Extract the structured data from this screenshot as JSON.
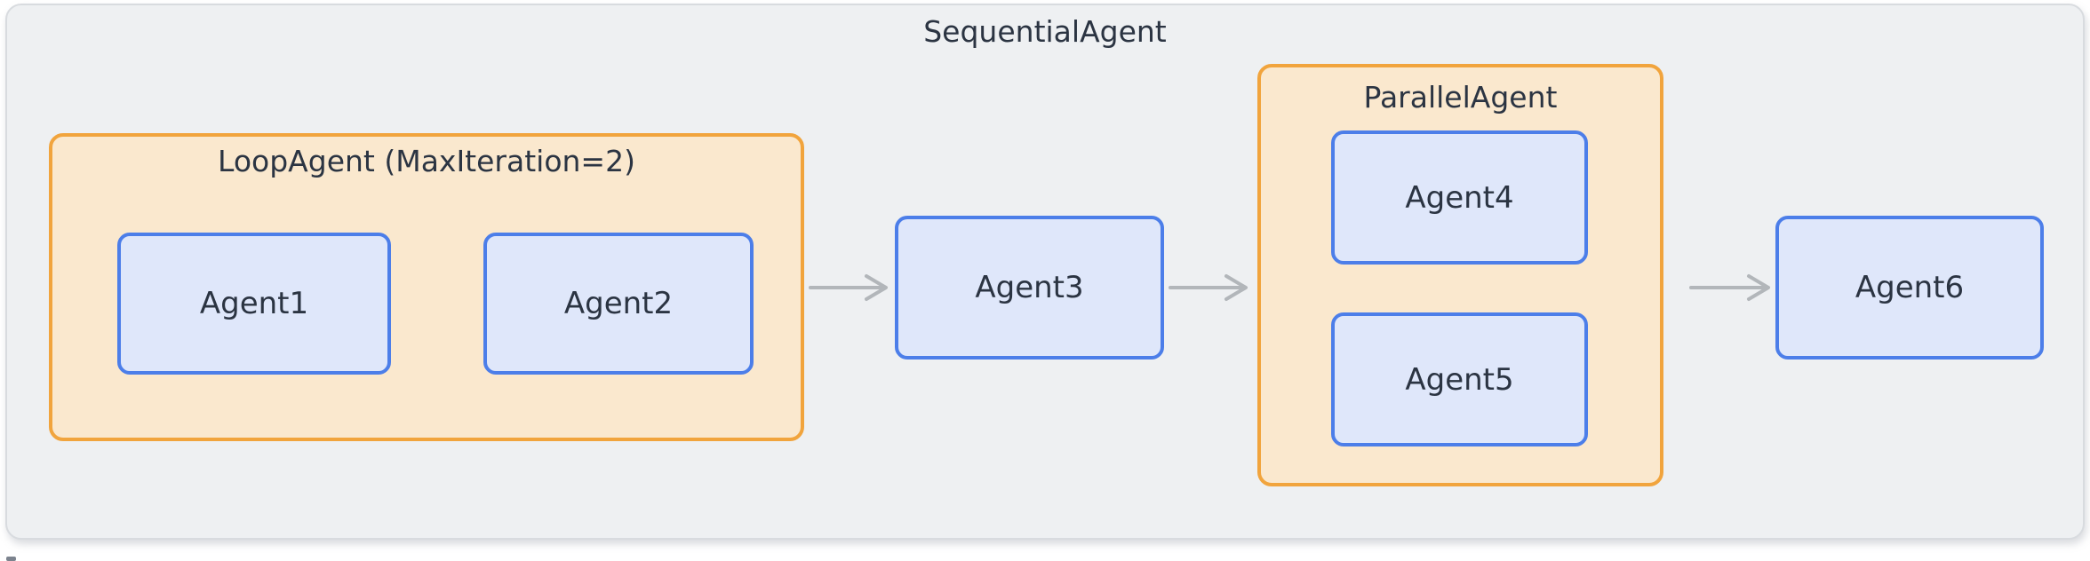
{
  "title": "SequentialAgent",
  "groups": {
    "loop": {
      "label": "LoopAgent (MaxIteration=2)"
    },
    "parallel": {
      "label": "ParallelAgent"
    }
  },
  "nodes": {
    "agent1": {
      "label": "Agent1"
    },
    "agent2": {
      "label": "Agent2"
    },
    "agent3": {
      "label": "Agent3"
    },
    "agent4": {
      "label": "Agent4"
    },
    "agent5": {
      "label": "Agent5"
    },
    "agent6": {
      "label": "Agent6"
    }
  },
  "connectors": [
    {
      "name": "arrow-agent1-to-agent2",
      "type": "straight-arrow-right"
    },
    {
      "name": "loop-back-agent2-to-agent1",
      "type": "loop-arrow"
    },
    {
      "name": "arrow-loopagent-to-agent3",
      "type": "straight-arrow-right"
    },
    {
      "name": "arrow-agent3-to-parallelagent",
      "type": "straight-arrow-right"
    },
    {
      "name": "arrow-parallelagent-to-agent6",
      "type": "straight-arrow-right"
    }
  ],
  "colors": {
    "page_bg": "#ffffff",
    "container_fill": "#eef0f2",
    "container_border": "#d8dbdf",
    "group_fill": "#fae8ce",
    "group_border": "#f1a43d",
    "node_fill": "#dfe7fa",
    "node_border": "#4c7ee9",
    "arrow": "#b2b6ba",
    "text": "#2b3442"
  }
}
